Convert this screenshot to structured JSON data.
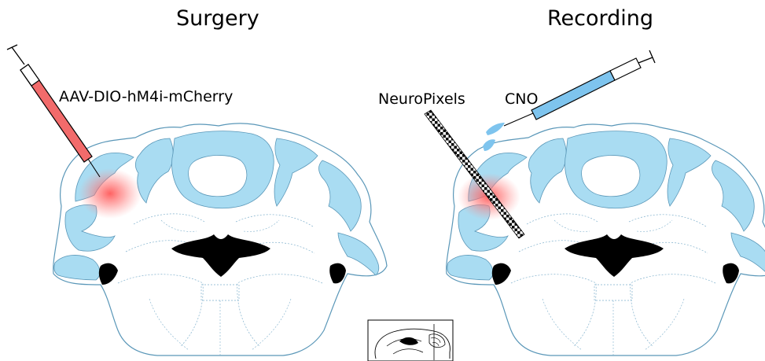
{
  "panels": {
    "surgery": {
      "title": "Surgery",
      "injection_label": "AAV-DIO-hM4i-mCherry"
    },
    "recording": {
      "title": "Recording",
      "probe_label": "NeuroPixels",
      "drug_label": "CNO"
    }
  },
  "colors": {
    "tissue_blue": "#a9dcf2",
    "outline_blue": "#5a97b8",
    "virus_syringe": "#f26b6b",
    "cno_syringe": "#7ec4ee",
    "expression_glow": "#ff6060",
    "ventricle": "#000000"
  },
  "icons": {
    "virus_syringe": "syringe-icon",
    "cno_syringe": "syringe-icon",
    "probe": "neuropixels-probe-icon",
    "inset": "sagittal-brain-icon"
  }
}
